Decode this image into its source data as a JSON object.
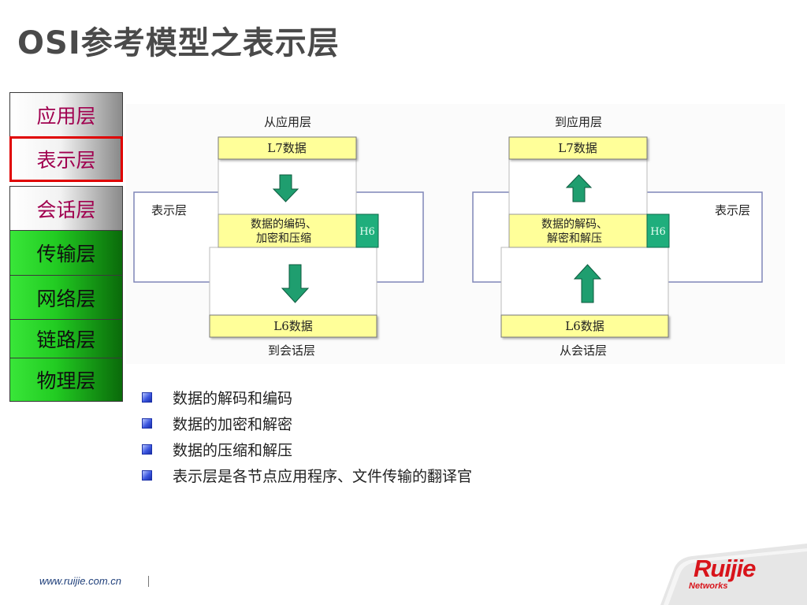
{
  "title": "OSI参考模型之表示层",
  "layers": [
    {
      "label": "应用层",
      "style": "gray",
      "active": false
    },
    {
      "label": "表示层",
      "style": "gray",
      "active": true
    },
    {
      "label": "会话层",
      "style": "gray",
      "active": false
    },
    {
      "label": "传输层",
      "style": "green",
      "active": false
    },
    {
      "label": "网络层",
      "style": "green",
      "active": false
    },
    {
      "label": "链路层",
      "style": "green",
      "active": false
    },
    {
      "label": "物理层",
      "style": "green",
      "active": false
    }
  ],
  "diagram": {
    "left": {
      "top_label": "从应用层",
      "l7_box": "L7数据",
      "side_label": "表示层",
      "process_line1": "数据的编码、",
      "process_line2": "加密和压缩",
      "header": "H6",
      "l6_box": "L6数据",
      "bottom_label": "到会话层",
      "arrow_direction": "down"
    },
    "right": {
      "top_label": "到应用层",
      "l7_box": "L7数据",
      "side_label": "表示层",
      "process_line1": "数据的解码、",
      "process_line2": "解密和解压",
      "header": "H6",
      "l6_box": "L6数据",
      "bottom_label": "从会话层",
      "arrow_direction": "up"
    }
  },
  "bullets": [
    "数据的解码和编码",
    "数据的加密和解密",
    "数据的压缩和解压",
    "表示层是各节点应用程序、文件传输的翻译官"
  ],
  "footer": {
    "url": "www.ruijie.com.cn",
    "logo_text": "Ruijie",
    "logo_sub": "Networks"
  },
  "colors": {
    "active_border": "#e00000",
    "layer_text": "#a0004f",
    "data_box": "#ffff99",
    "header_box": "#1fae7c",
    "arrow": "#1f9e6f",
    "logo": "#d8141b"
  }
}
